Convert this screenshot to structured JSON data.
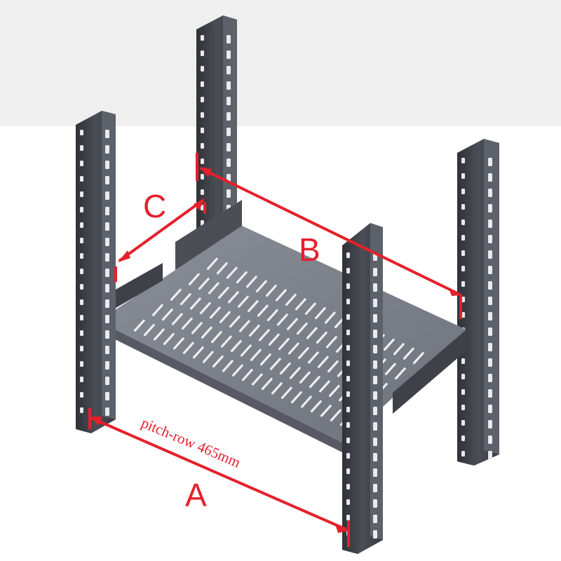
{
  "labels": {
    "a": "A",
    "b": "B",
    "c": "C",
    "pitch_note": "pitch-row 465mm"
  },
  "colors": {
    "dimension": "#e5202c",
    "post_dark": "#3d4047",
    "post_mid": "#6b6f77",
    "shelf_top": "#80848c",
    "shelf_front": "#575a62",
    "slot": "#eceef1",
    "background_panel": "#efefef"
  }
}
